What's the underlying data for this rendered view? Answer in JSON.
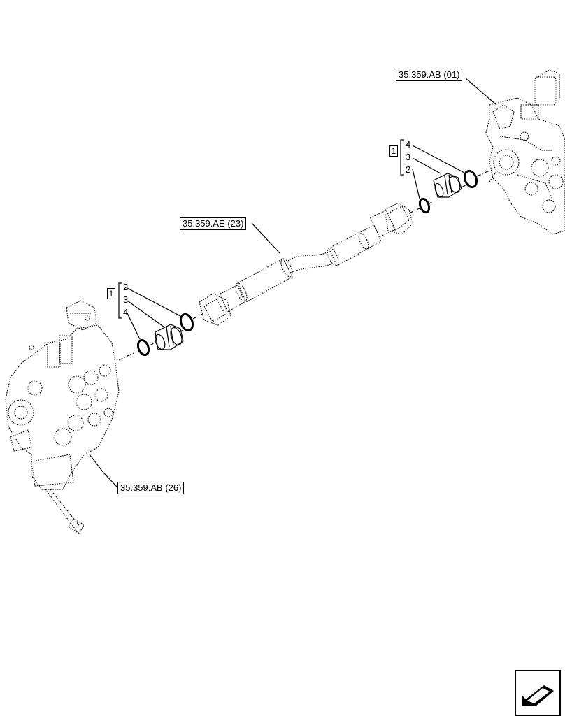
{
  "references": {
    "valve_top": "35.359.AB (01)",
    "hose": "35.359.AE (23)",
    "valve_bottom": "35.359.AB (26)"
  },
  "kits": {
    "right": {
      "kit_number": "1",
      "items": [
        "4",
        "3",
        "2"
      ]
    },
    "left": {
      "kit_number": "1",
      "items": [
        "2",
        "3",
        "4"
      ]
    }
  },
  "nav_icon": "next-page-arrow-icon"
}
